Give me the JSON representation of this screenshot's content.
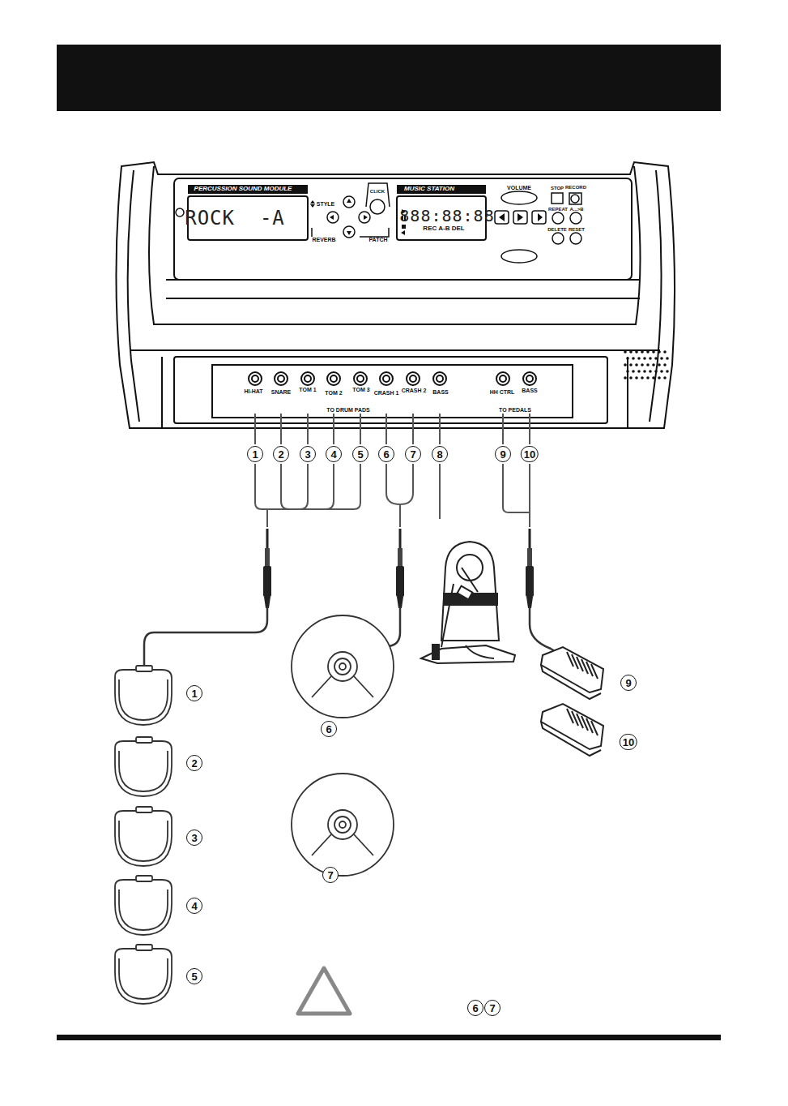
{
  "diagram": {
    "labels": [
      "PERCUSSION SOUND MODULE",
      "ROCK  -A",
      "STYLE",
      "CLICK",
      "REVERB",
      "PATCH",
      "MUSIC STATION",
      "888:88:88",
      "REC A-B DEL",
      "VOLUME",
      "STOP",
      "RECORD",
      "REPEAT",
      "A...>B",
      "DELETE",
      "RESET",
      "HI-HAT",
      "SNARE",
      "TOM 1",
      "TOM 2",
      "TOM 3",
      "CRASH 1",
      "CRASH 2",
      "BASS",
      "HH CTRL",
      "BASS",
      "TO DRUM PADS",
      "TO PEDALS",
      "1",
      "2",
      "3",
      "4",
      "5",
      "6",
      "7",
      "8",
      "9",
      "10",
      "1",
      "2",
      "3",
      "4",
      "5",
      "6",
      "7",
      "9",
      "10",
      "6",
      "7"
    ]
  }
}
